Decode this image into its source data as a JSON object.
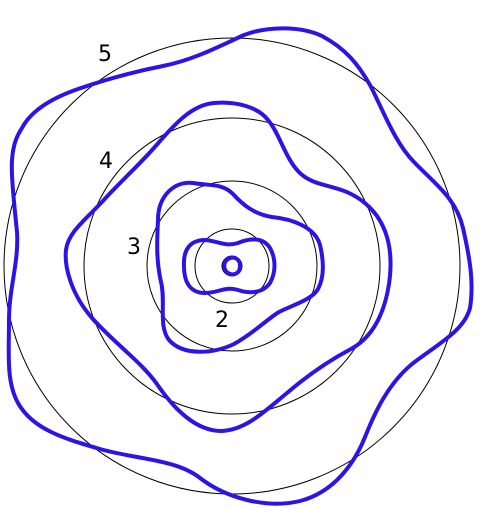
{
  "labels": {
    "l2": "2",
    "l3": "3",
    "l4": "4",
    "l5": "5"
  },
  "colors": {
    "reference_circle": "#000000",
    "curve": "#2d14e6",
    "background": "#ffffff"
  }
}
